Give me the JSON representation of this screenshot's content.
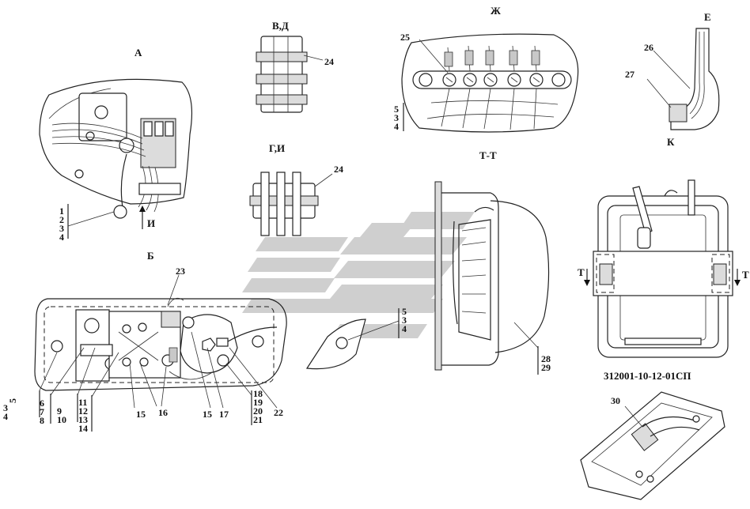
{
  "drawing_code": "312001-10-12-01СП",
  "views": {
    "a": "А",
    "b": "Б",
    "vd": "В,Д",
    "gi": "Г,И",
    "zh": "Ж",
    "tt": "Т-Т",
    "e": "Е",
    "k": "К",
    "i_arrow": "И",
    "t_left": "Т",
    "t_right": "Т"
  },
  "callouts": {
    "a_stack": [
      "1",
      "2",
      "3",
      "4"
    ],
    "vd_24": "24",
    "gi_24": "24",
    "zh_25": "25",
    "zh_stack": [
      "5",
      "3",
      "4"
    ],
    "e_26": "26",
    "e_27": "27",
    "tt_mid_stack": [
      "5",
      "3",
      "4"
    ],
    "tt_stack": [
      "28",
      "29"
    ],
    "b_23": "23",
    "b_left_stack": [
      "5",
      "3",
      "4"
    ],
    "b_stack_6": [
      "6",
      "7",
      "8"
    ],
    "b_stack_9": [
      "9",
      "10"
    ],
    "b_stack_11": [
      "11",
      "12",
      "13",
      "14"
    ],
    "b_15a": "15",
    "b_16": "16",
    "b_15b": "15",
    "b_17": "17",
    "b_stack_18": [
      "18",
      "19",
      "20",
      "21"
    ],
    "b_22": "22",
    "c_30": "30"
  },
  "colors": {
    "line": "#222222",
    "watermark": "#cfcfcf"
  }
}
